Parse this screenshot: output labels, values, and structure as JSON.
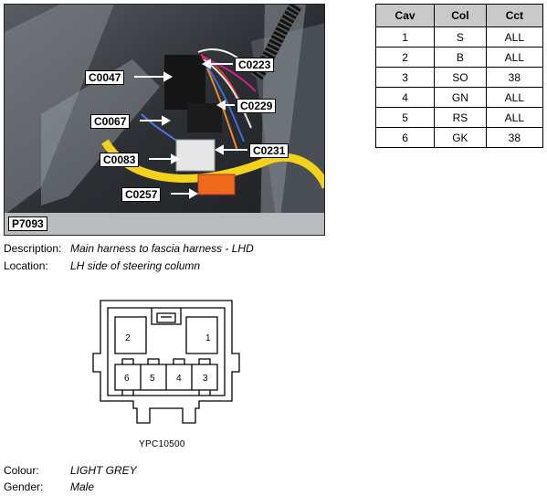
{
  "photo": {
    "id": "P7093",
    "callouts": [
      "C0047",
      "C0223",
      "C0229",
      "C0067",
      "C0231",
      "C0083",
      "C0257"
    ]
  },
  "table": {
    "headers": [
      "Cav",
      "Col",
      "Cct"
    ],
    "rows": [
      [
        "1",
        "S",
        "ALL"
      ],
      [
        "2",
        "B",
        "ALL"
      ],
      [
        "3",
        "SO",
        "38"
      ],
      [
        "4",
        "GN",
        "ALL"
      ],
      [
        "5",
        "RS",
        "ALL"
      ],
      [
        "6",
        "GK",
        "38"
      ]
    ]
  },
  "description": {
    "label": "Description:",
    "value": "Main harness to fascia harness - LHD"
  },
  "location": {
    "label": "Location:",
    "value": "LH side of steering column"
  },
  "connector": {
    "pins": [
      "2",
      "1",
      "6",
      "5",
      "4",
      "3"
    ],
    "drawing_id": "YPC10500"
  },
  "colour": {
    "label": "Colour:",
    "value": "LIGHT GREY"
  },
  "gender": {
    "label": "Gender:",
    "value": "Male"
  }
}
